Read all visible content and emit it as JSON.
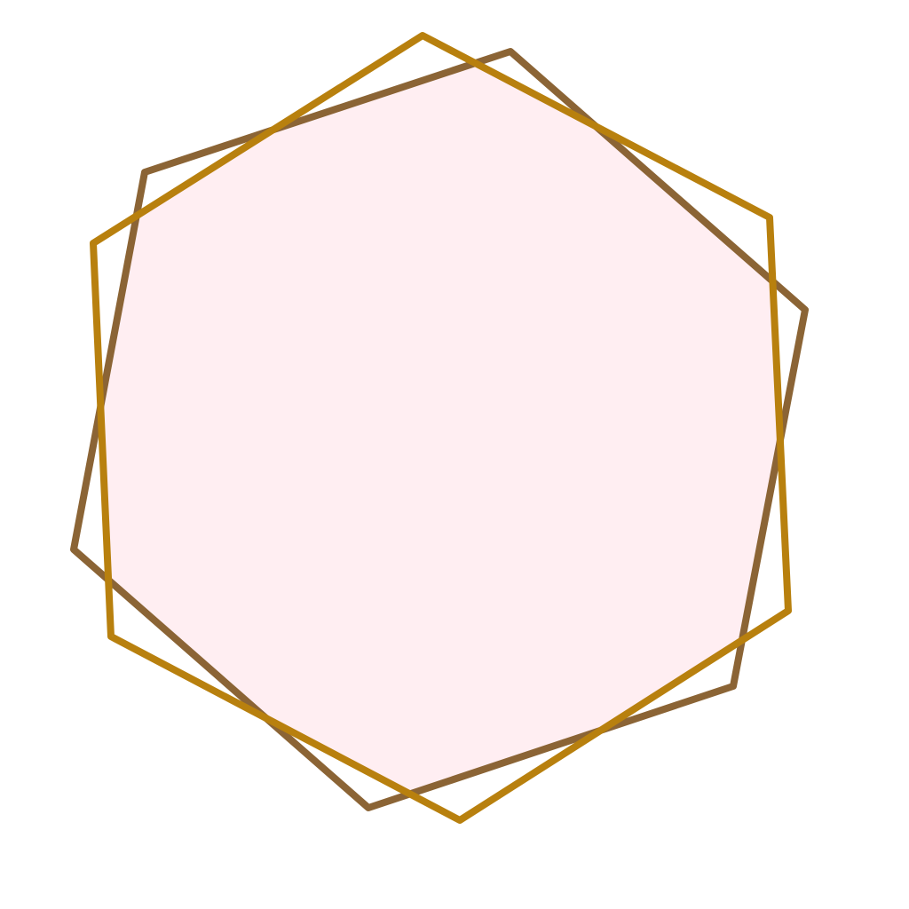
{
  "colors": {
    "background": "#ffffff",
    "fill": "#ffeef2",
    "hexagon_back_stroke": "#8b6435",
    "hexagon_front_stroke": "#b8800e"
  },
  "shapes": [
    {
      "name": "hexagon-back",
      "kind": "hexagon"
    },
    {
      "name": "hexagon-front",
      "kind": "hexagon"
    }
  ]
}
